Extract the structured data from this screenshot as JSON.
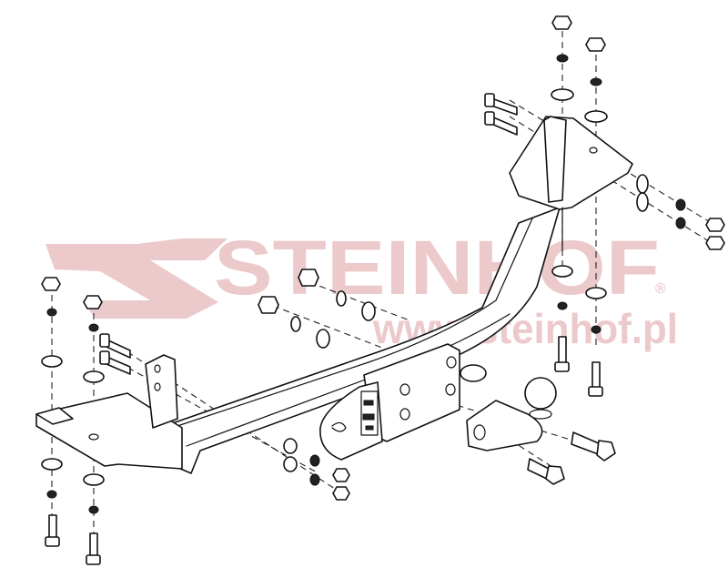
{
  "diagram": {
    "type": "exploded-assembly-drawing",
    "subject": "towbar / trailer hitch mounting kit",
    "watermark": {
      "brand": "STEINHOF",
      "registered_mark": "®",
      "url": "www.steinhof.pl",
      "color": "#ecc9cb"
    },
    "line_color": "#111111",
    "background": "#ffffff",
    "parts": [
      {
        "id": "crossbar",
        "label": "main crossbar beam"
      },
      {
        "id": "bracket-right",
        "label": "right side mounting bracket"
      },
      {
        "id": "bracket-left",
        "label": "left side mounting bracket"
      },
      {
        "id": "socket-plate",
        "label": "electrical socket plate"
      },
      {
        "id": "tow-ball",
        "label": "tow ball with neck"
      },
      {
        "id": "hitch-bolts",
        "label": "hitch mounting bolts",
        "count": 2
      },
      {
        "id": "hex-bolts-top",
        "label": "bracket bolts (right)",
        "count": 2
      },
      {
        "id": "hex-bolts-left",
        "label": "bracket bolts (left)",
        "count": 2
      },
      {
        "id": "vertical-bolts",
        "label": "vertical bolts",
        "count": 4
      },
      {
        "id": "nuts",
        "label": "hex nuts"
      },
      {
        "id": "washers",
        "label": "flat washers"
      },
      {
        "id": "spring-washers",
        "label": "spring washers"
      }
    ]
  }
}
